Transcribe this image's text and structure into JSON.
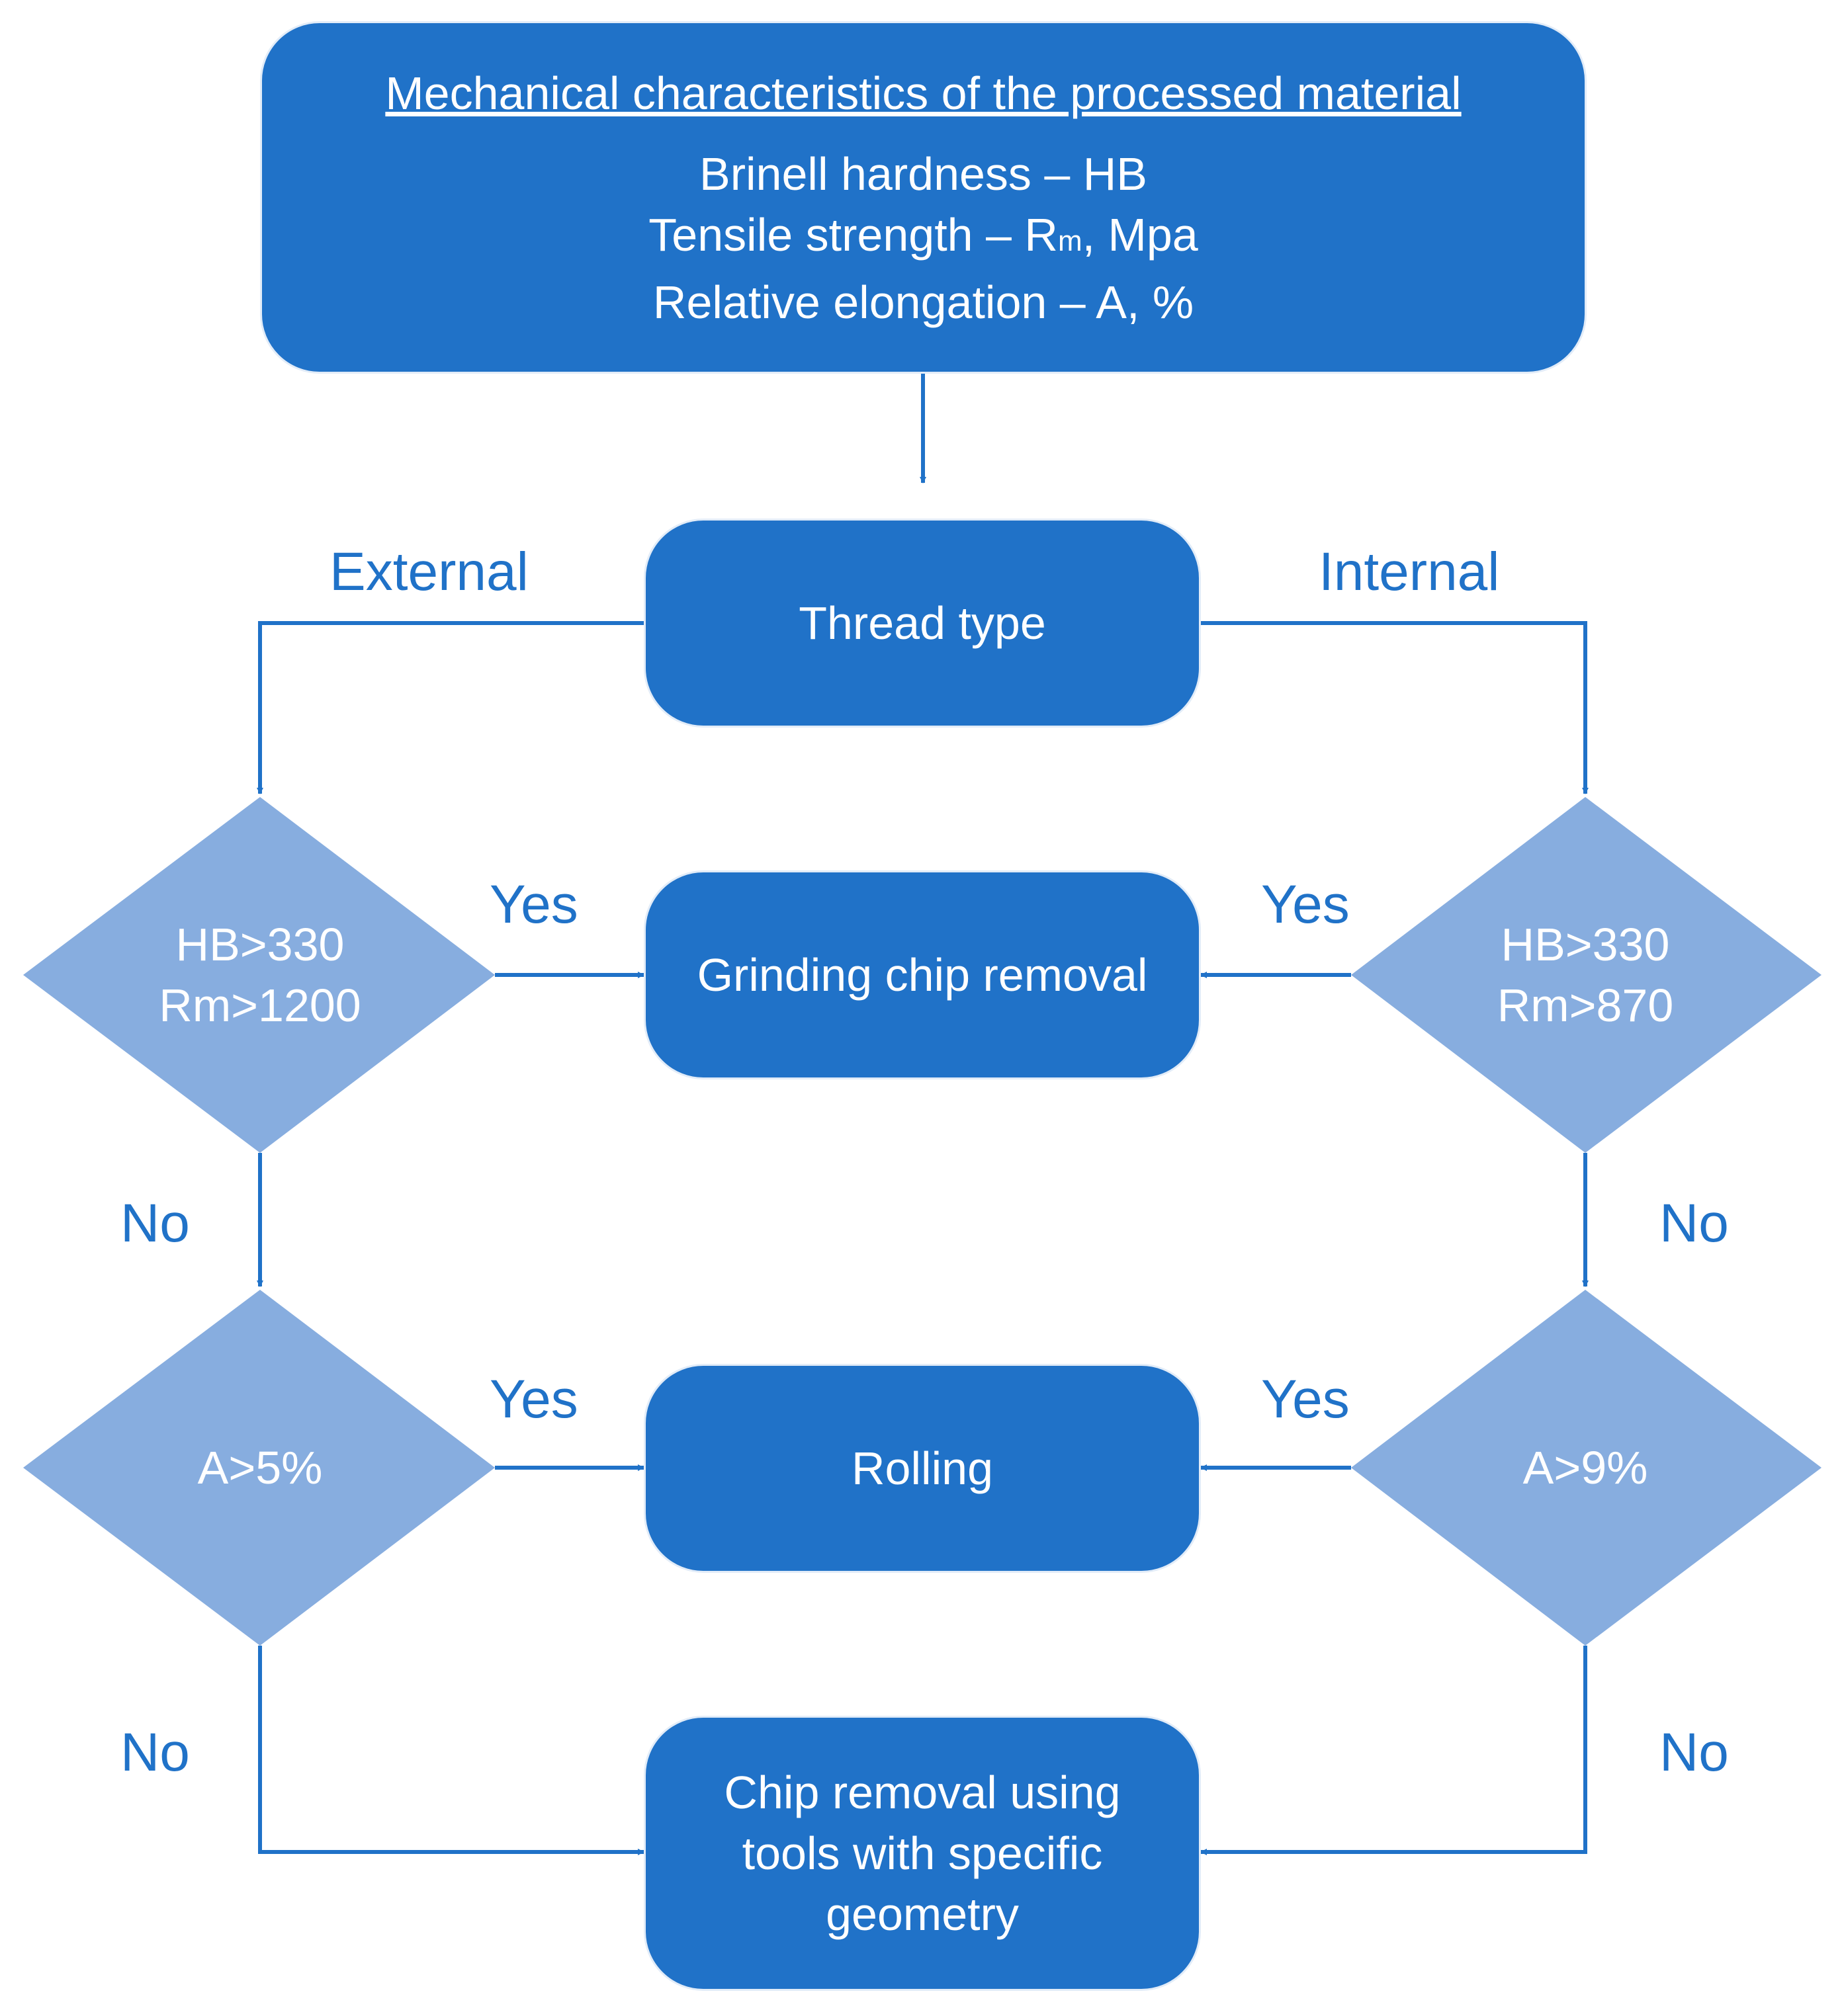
{
  "colors": {
    "box_fill": "#2072c8",
    "decision_fill": "#87addf",
    "connector": "#2072c8"
  },
  "nodes": {
    "top": {
      "title": "Mechanical characteristics of the processed material",
      "line1": "Brinell hardness – HB",
      "line2_pre": "Tensile strength – R",
      "line2_sub": "m",
      "line2_post": ", Mpa",
      "line3": "Relative elongation – A, %"
    },
    "thread_type": "Thread type",
    "grinding": "Grinding chip removal",
    "rolling": "Rolling",
    "chip": {
      "line1": "Chip removal using",
      "line2": "tools with specific",
      "line3": "geometry"
    }
  },
  "decisions": {
    "ext_hard": {
      "line1": "HB>330",
      "line2": "Rm>1200"
    },
    "int_hard": {
      "line1": "HB>330",
      "line2": "Rm>870"
    },
    "ext_elong": "A>5%",
    "int_elong": "A>9%"
  },
  "labels": {
    "external": "External",
    "internal": "Internal",
    "yes": "Yes",
    "no": "No"
  }
}
